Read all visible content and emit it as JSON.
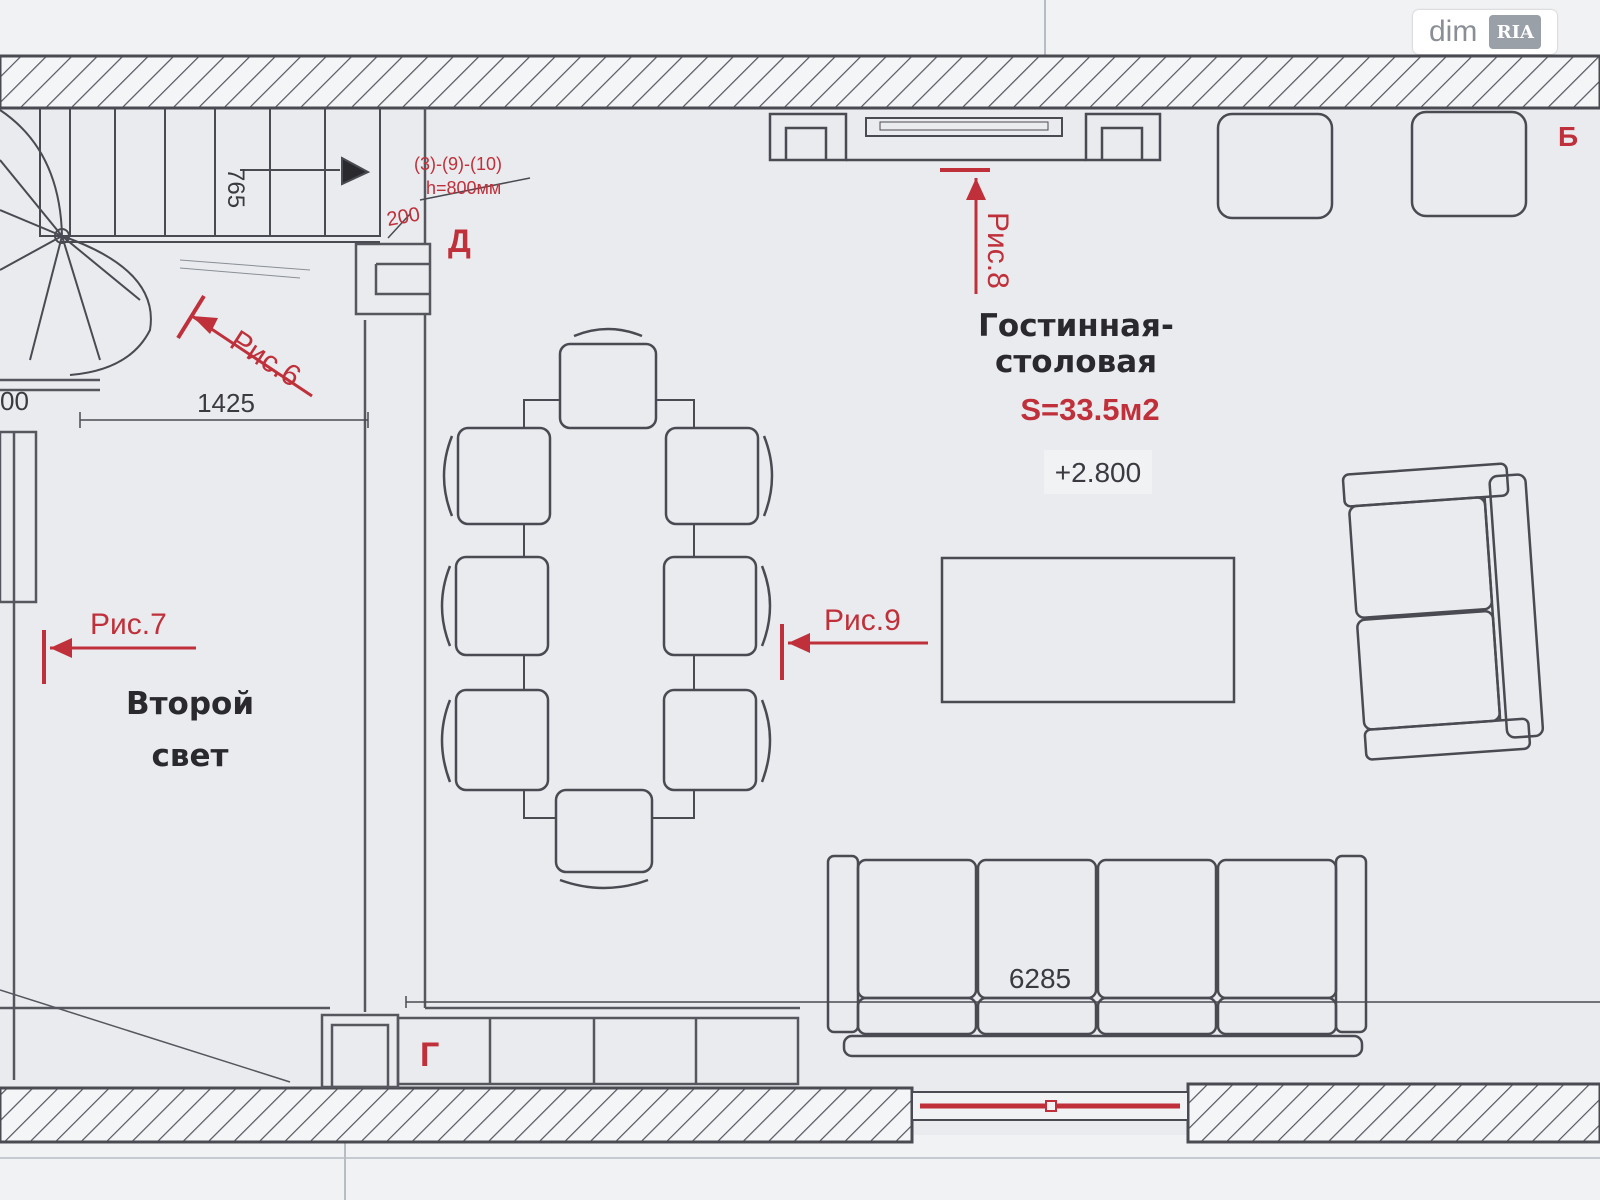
{
  "labels": {
    "room_name_line1": "Гостинная-",
    "room_name_line2": "столовая",
    "room_area": "S=33.5м2",
    "level_mark": "+2.800",
    "second_light_line1": "Второй",
    "second_light_line2": "свет",
    "ref_fig6": "Рис.6",
    "ref_fig7": "Рис.7",
    "ref_fig8": "Рис.8",
    "ref_fig9": "Рис.9",
    "stair_note_line1": "(3)-(9)-(10)",
    "stair_note_line2": "h=800мм",
    "dim_1425": "1425",
    "dim_765": "765",
    "dim_200": "200",
    "dim_6285": "6285",
    "dim_partial": "00",
    "axis_d": "Д",
    "axis_b": "Б",
    "axis_g": "Г"
  },
  "watermark": {
    "text": "dim",
    "logo": "RIA"
  },
  "colors": {
    "paper": "#e9ebee",
    "line": "#4a4a52",
    "accent_red": "#c0303a"
  }
}
